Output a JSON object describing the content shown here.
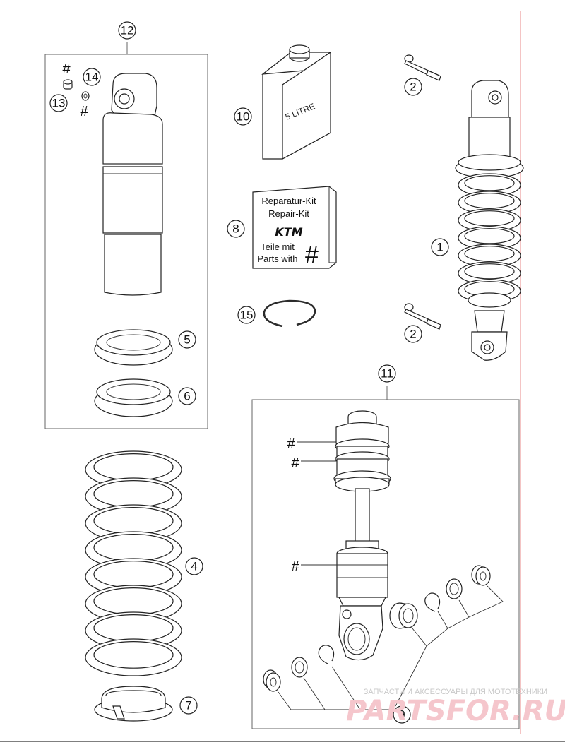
{
  "diagram": {
    "callouts": {
      "c1": "1",
      "c2a": "2",
      "c2b": "2",
      "c4": "4",
      "c5": "5",
      "c6": "6",
      "c7": "7",
      "c8": "8",
      "c9": "9",
      "c10": "10",
      "c11": "11",
      "c12": "12",
      "c13": "13",
      "c14": "14",
      "c15": "15"
    },
    "hash_marks": {
      "h13": "#",
      "h14": "#",
      "h11a": "#",
      "h11b": "#",
      "h11c": "#"
    },
    "oil_can_label": "5 LITRE",
    "repair_kit": {
      "line1": "Reparatur-Kit",
      "line2": "Repair-Kit",
      "brand": "KTM",
      "line3": "Teile mit",
      "line4": "Parts with",
      "hash": "#"
    },
    "watermark": {
      "small": "ЗАПЧАСТИ И АКСЕССУАРЫ ДЛЯ МОТОТЕХНИКИ",
      "big": "PARTSFOR.RU"
    },
    "colors": {
      "margin_line": "#e88a8a",
      "watermark": "#f5c6cc"
    }
  }
}
